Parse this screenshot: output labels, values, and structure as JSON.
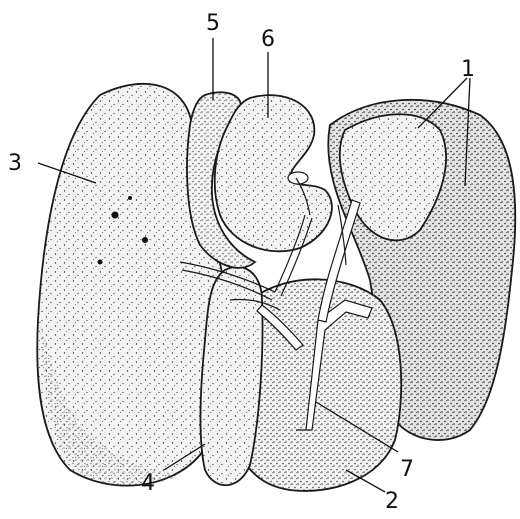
{
  "labels": {
    "l1": "1",
    "l2": "2",
    "l3": "3",
    "l4": "4",
    "l5": "5",
    "l6": "6",
    "l7": "7"
  }
}
